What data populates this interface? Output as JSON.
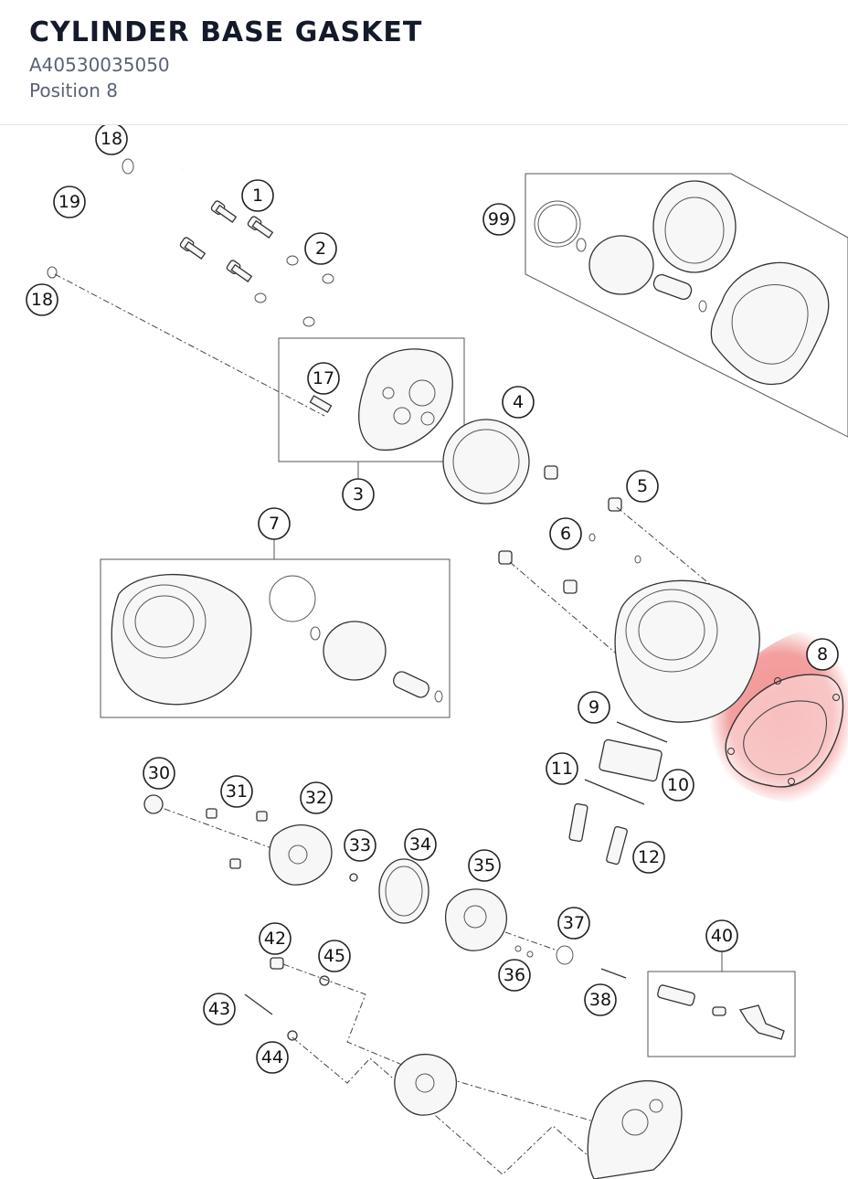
{
  "header": {
    "title": "CYLINDER BASE GASKET",
    "part_number": "A40530035050",
    "position": "Position 8"
  },
  "colors": {
    "highlight": "#f08080",
    "title": "#141a2a",
    "subtitle": "#5a6275"
  },
  "callouts": [
    "18",
    "19",
    "1",
    "2",
    "18",
    "99",
    "17",
    "3",
    "4",
    "5",
    "6",
    "7",
    "8",
    "9",
    "10",
    "11",
    "12",
    "30",
    "31",
    "32",
    "33",
    "34",
    "35",
    "36",
    "37",
    "38",
    "40",
    "42",
    "43",
    "44",
    "45"
  ],
  "highlighted_callout": "8"
}
